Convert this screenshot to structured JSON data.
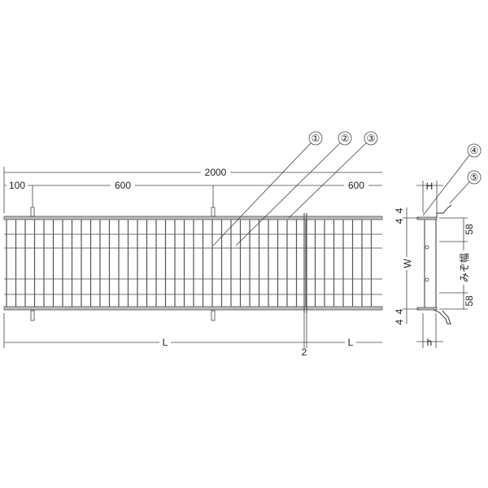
{
  "dimensions": {
    "overall_length": "2000",
    "edge_offset": "100",
    "hook_pitch_1": "600",
    "hook_pitch_2": "600",
    "length_left": "L",
    "joint_gap": "2",
    "length_right": "L",
    "height": "H",
    "width": "W",
    "hook_height": "h",
    "top_4a": "4",
    "top_4b": "4",
    "bottom_4a": "4",
    "bottom_4b": "4",
    "top_58": "58",
    "bottom_58": "58",
    "groove_width": "みぞ幅"
  },
  "callouts": [
    "①",
    "②",
    "③",
    "④",
    "⑤"
  ]
}
